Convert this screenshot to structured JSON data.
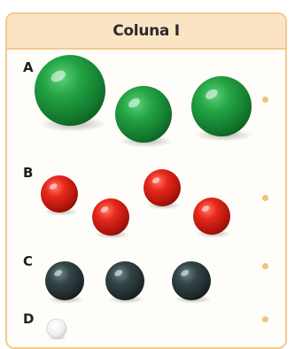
{
  "header": {
    "title": "Coluna I"
  },
  "colors": {
    "frame_border": "#f4c98c",
    "header_bg": "#fbe4c4",
    "dot": "#f2c27a",
    "green": "#1f9a3e",
    "red": "#e1261c",
    "black": "#2e3d3f",
    "white": "#f6f6f6"
  },
  "rows": [
    {
      "label": "A",
      "color_name": "green",
      "ball_count": 3
    },
    {
      "label": "B",
      "color_name": "red",
      "ball_count": 4
    },
    {
      "label": "C",
      "color_name": "black",
      "ball_count": 3
    },
    {
      "label": "D",
      "color_name": "white",
      "ball_count": 1
    }
  ]
}
